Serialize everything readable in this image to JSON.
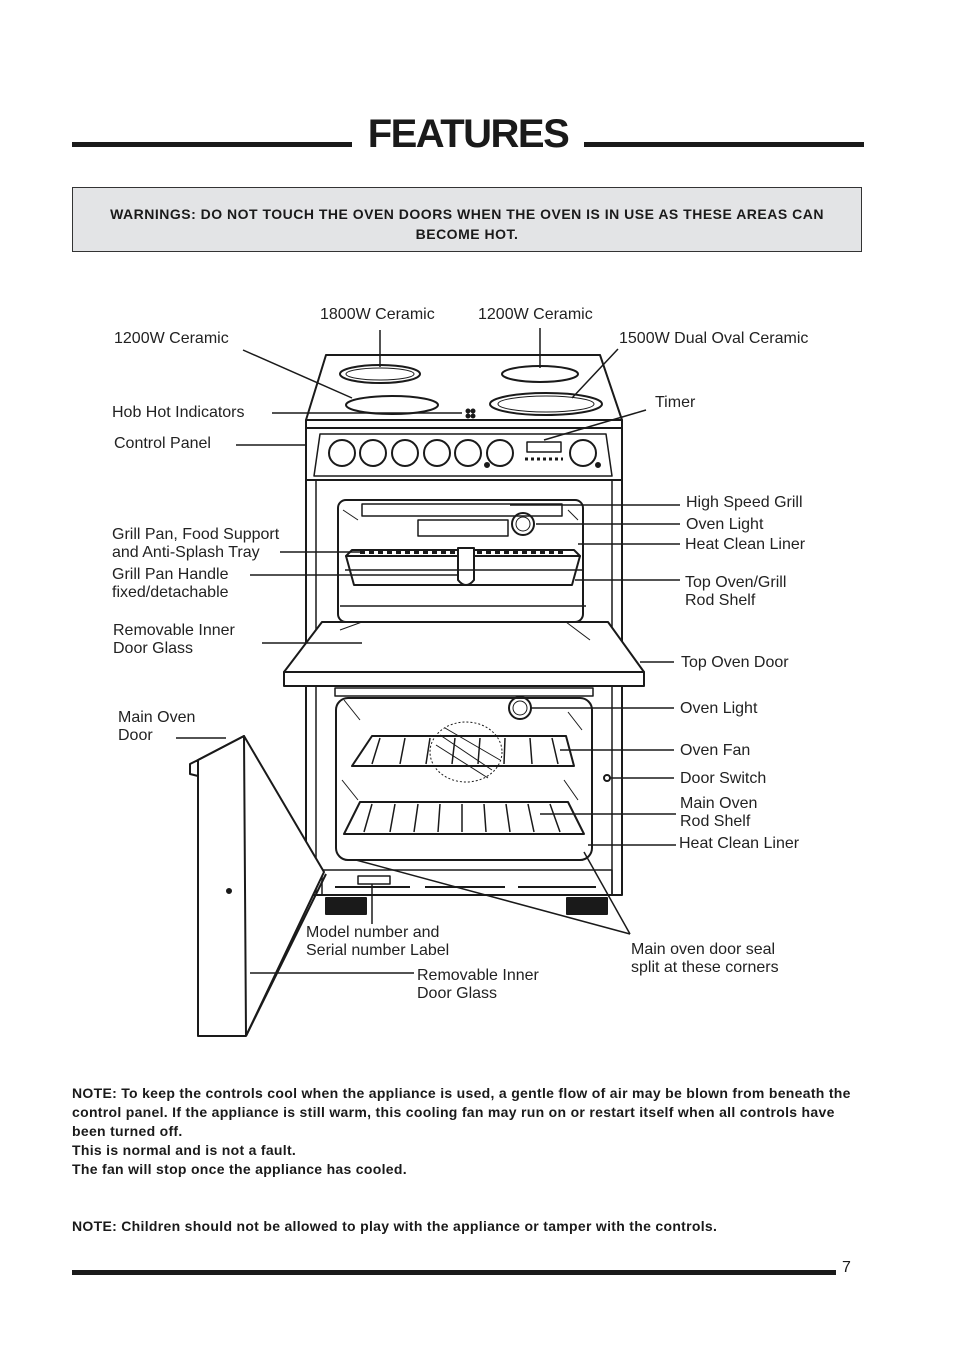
{
  "title": "FEATURES",
  "warning": "WARNINGS: DO NOT TOUCH THE OVEN DOORS WHEN THE OVEN IS IN USE AS THESE AREAS CAN BECOME HOT.",
  "labels": {
    "hob_left": "1200W Ceramic",
    "hob_1800": "1800W Ceramic",
    "hob_1200_right": "1200W Ceramic",
    "hob_1500": "1500W Dual Oval Ceramic",
    "hob_hot": "Hob Hot Indicators",
    "timer": "Timer",
    "control_panel": "Control Panel",
    "high_speed_grill": "High Speed Grill",
    "oven_light_top": "Oven Light",
    "heat_clean_top": "Heat Clean Liner",
    "grill_pan": "Grill Pan, Food Support\nand Anti-Splash Tray",
    "grill_handle": "Grill Pan Handle\nfixed/detachable",
    "top_rod_shelf": "Top Oven/Grill\nRod Shelf",
    "inner_glass_top": "Removable Inner\nDoor Glass",
    "top_oven_door": "Top Oven Door",
    "main_oven_door": "Main Oven\nDoor",
    "oven_light_main": "Oven Light",
    "oven_fan": "Oven Fan",
    "door_switch": "Door Switch",
    "main_rod_shelf": "Main Oven\nRod Shelf",
    "heat_clean_main": "Heat Clean Liner",
    "model_label": "Model number and\nSerial number Label",
    "door_seal": "Main oven door seal\nsplit at these corners",
    "inner_glass_main": "Removable Inner\nDoor Glass"
  },
  "notes": {
    "note1": "NOTE: To keep the controls cool when the appliance is used, a gentle flow of air may be blown from beneath the control panel. If the appliance is still warm, this cooling fan may run on or restart itself when all controls have been turned off.",
    "note2": "This is normal and is not a fault.",
    "note3": "The fan will stop once the appliance has cooled.",
    "note4": "NOTE: Children should not be allowed to play with the appliance or tamper with the controls."
  },
  "page_number": "7"
}
